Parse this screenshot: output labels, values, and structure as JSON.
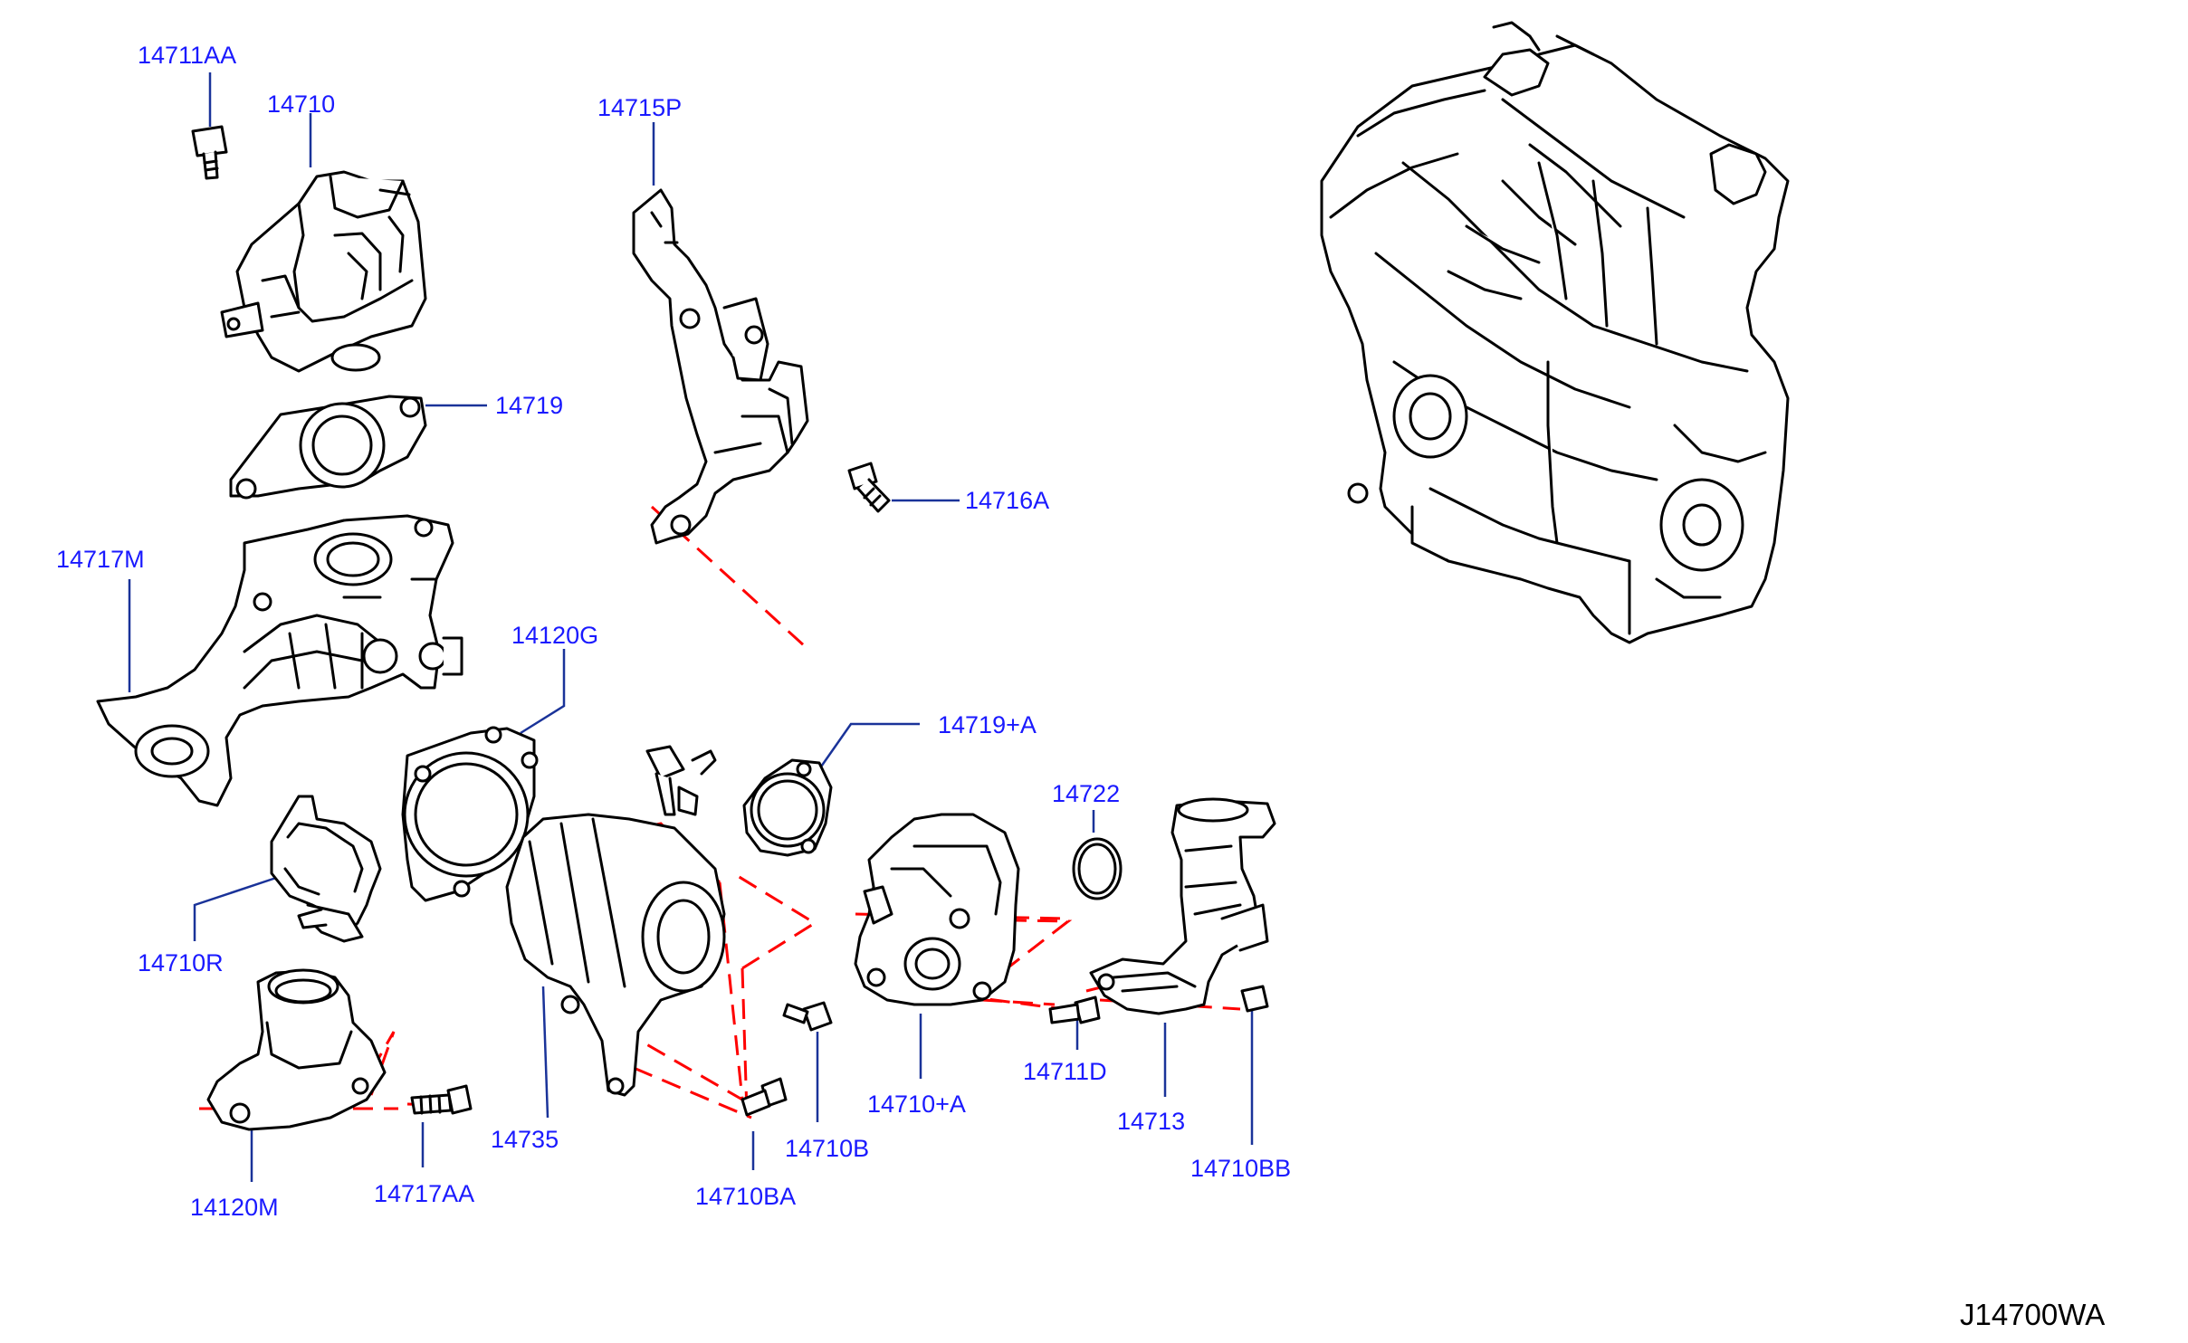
{
  "colors": {
    "label": "#1a1aff",
    "leader": "#1a3399",
    "dash": "#ff0000",
    "line": "#000000",
    "background": "#ffffff"
  },
  "labels": {
    "p14711AA": "14711AA",
    "p14710": "14710",
    "p14715P": "14715P",
    "p14719": "14719",
    "p14716A": "14716A",
    "p14717M": "14717M",
    "p14120G": "14120G",
    "p14719A": "14719+A",
    "p14722": "14722",
    "p14710R": "14710R",
    "p14711D": "14711D",
    "p14710A": "14710+A",
    "p14713": "14713",
    "p14735": "14735",
    "p14710B": "14710B",
    "p14710BB": "14710BB",
    "p14120M": "14120M",
    "p14717AA": "14717AA",
    "p14710BA": "14710BA"
  },
  "diagram_code": "J14700WA"
}
